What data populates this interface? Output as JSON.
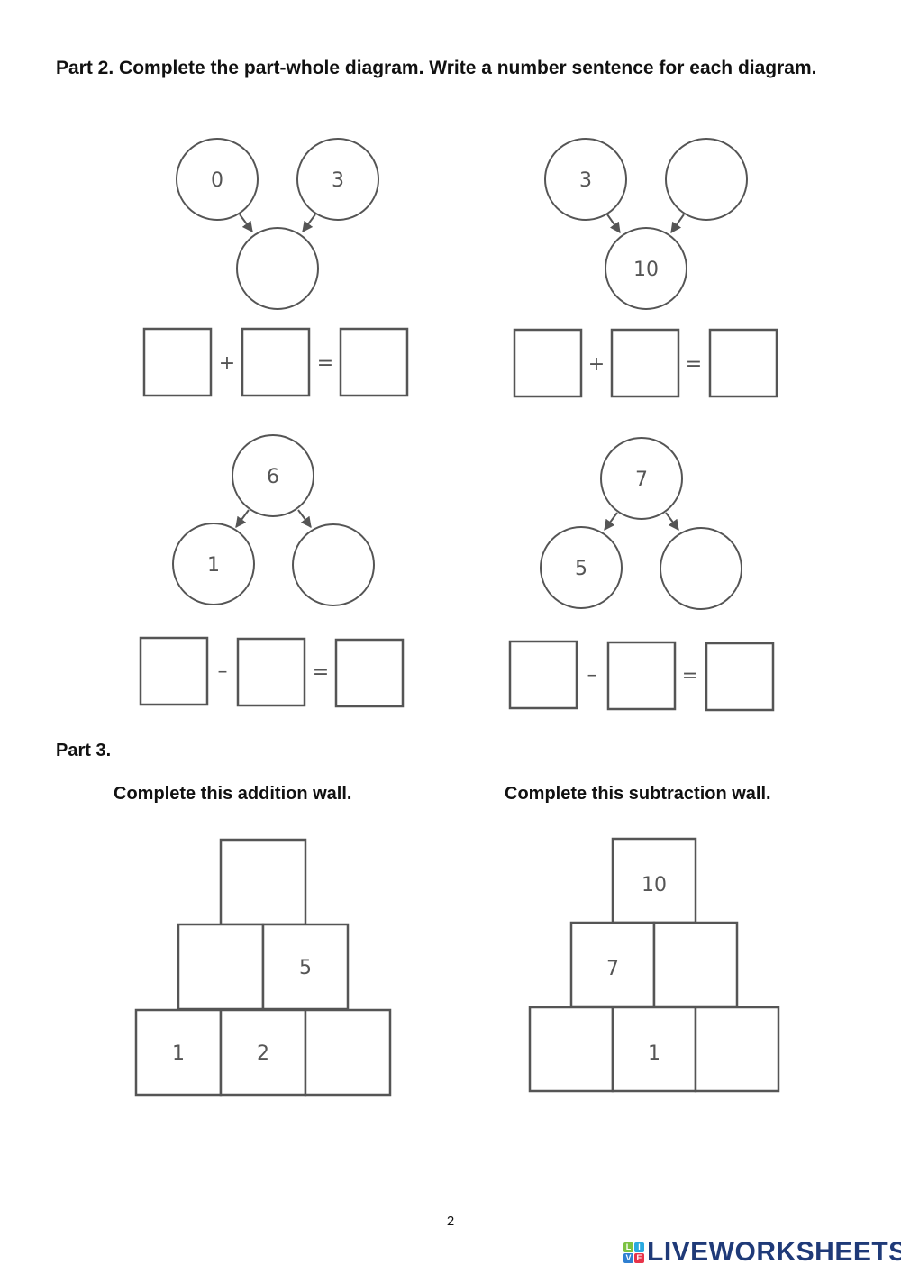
{
  "part2": {
    "heading": "Part 2. Complete the part-whole diagram. Write a number sentence for each diagram.",
    "diagrams": [
      {
        "type": "addition",
        "parts": [
          "0",
          "3"
        ],
        "whole": "",
        "operator": "+",
        "equals": "="
      },
      {
        "type": "addition",
        "parts": [
          "3",
          ""
        ],
        "whole": "10",
        "operator": "+",
        "equals": "="
      },
      {
        "type": "subtraction",
        "whole": "6",
        "parts": [
          "1",
          ""
        ],
        "operator": "–",
        "equals": "="
      },
      {
        "type": "subtraction",
        "whole": "7",
        "parts": [
          "5",
          ""
        ],
        "operator": "–",
        "equals": "="
      }
    ]
  },
  "part3": {
    "heading": "Part 3.",
    "addition_wall": {
      "title": "Complete this addition wall.",
      "top": [
        ""
      ],
      "middle": [
        "",
        "5"
      ],
      "bottom": [
        "1",
        "2",
        ""
      ]
    },
    "subtraction_wall": {
      "title": "Complete this subtraction wall.",
      "top": [
        "10"
      ],
      "middle": [
        "7",
        ""
      ],
      "bottom": [
        "",
        "1",
        ""
      ]
    }
  },
  "footer": {
    "page_number": "2",
    "logo_text": "LIVEWORKSHEETS",
    "logo_letters": [
      "L",
      "I",
      "V",
      "E"
    ],
    "logo_colors": [
      "#7cc242",
      "#29a9e0",
      "#2f7fd1",
      "#e8334a"
    ],
    "brand_color": "#1f3a78"
  },
  "colors": {
    "stroke": "#555555",
    "text": "#111111"
  }
}
